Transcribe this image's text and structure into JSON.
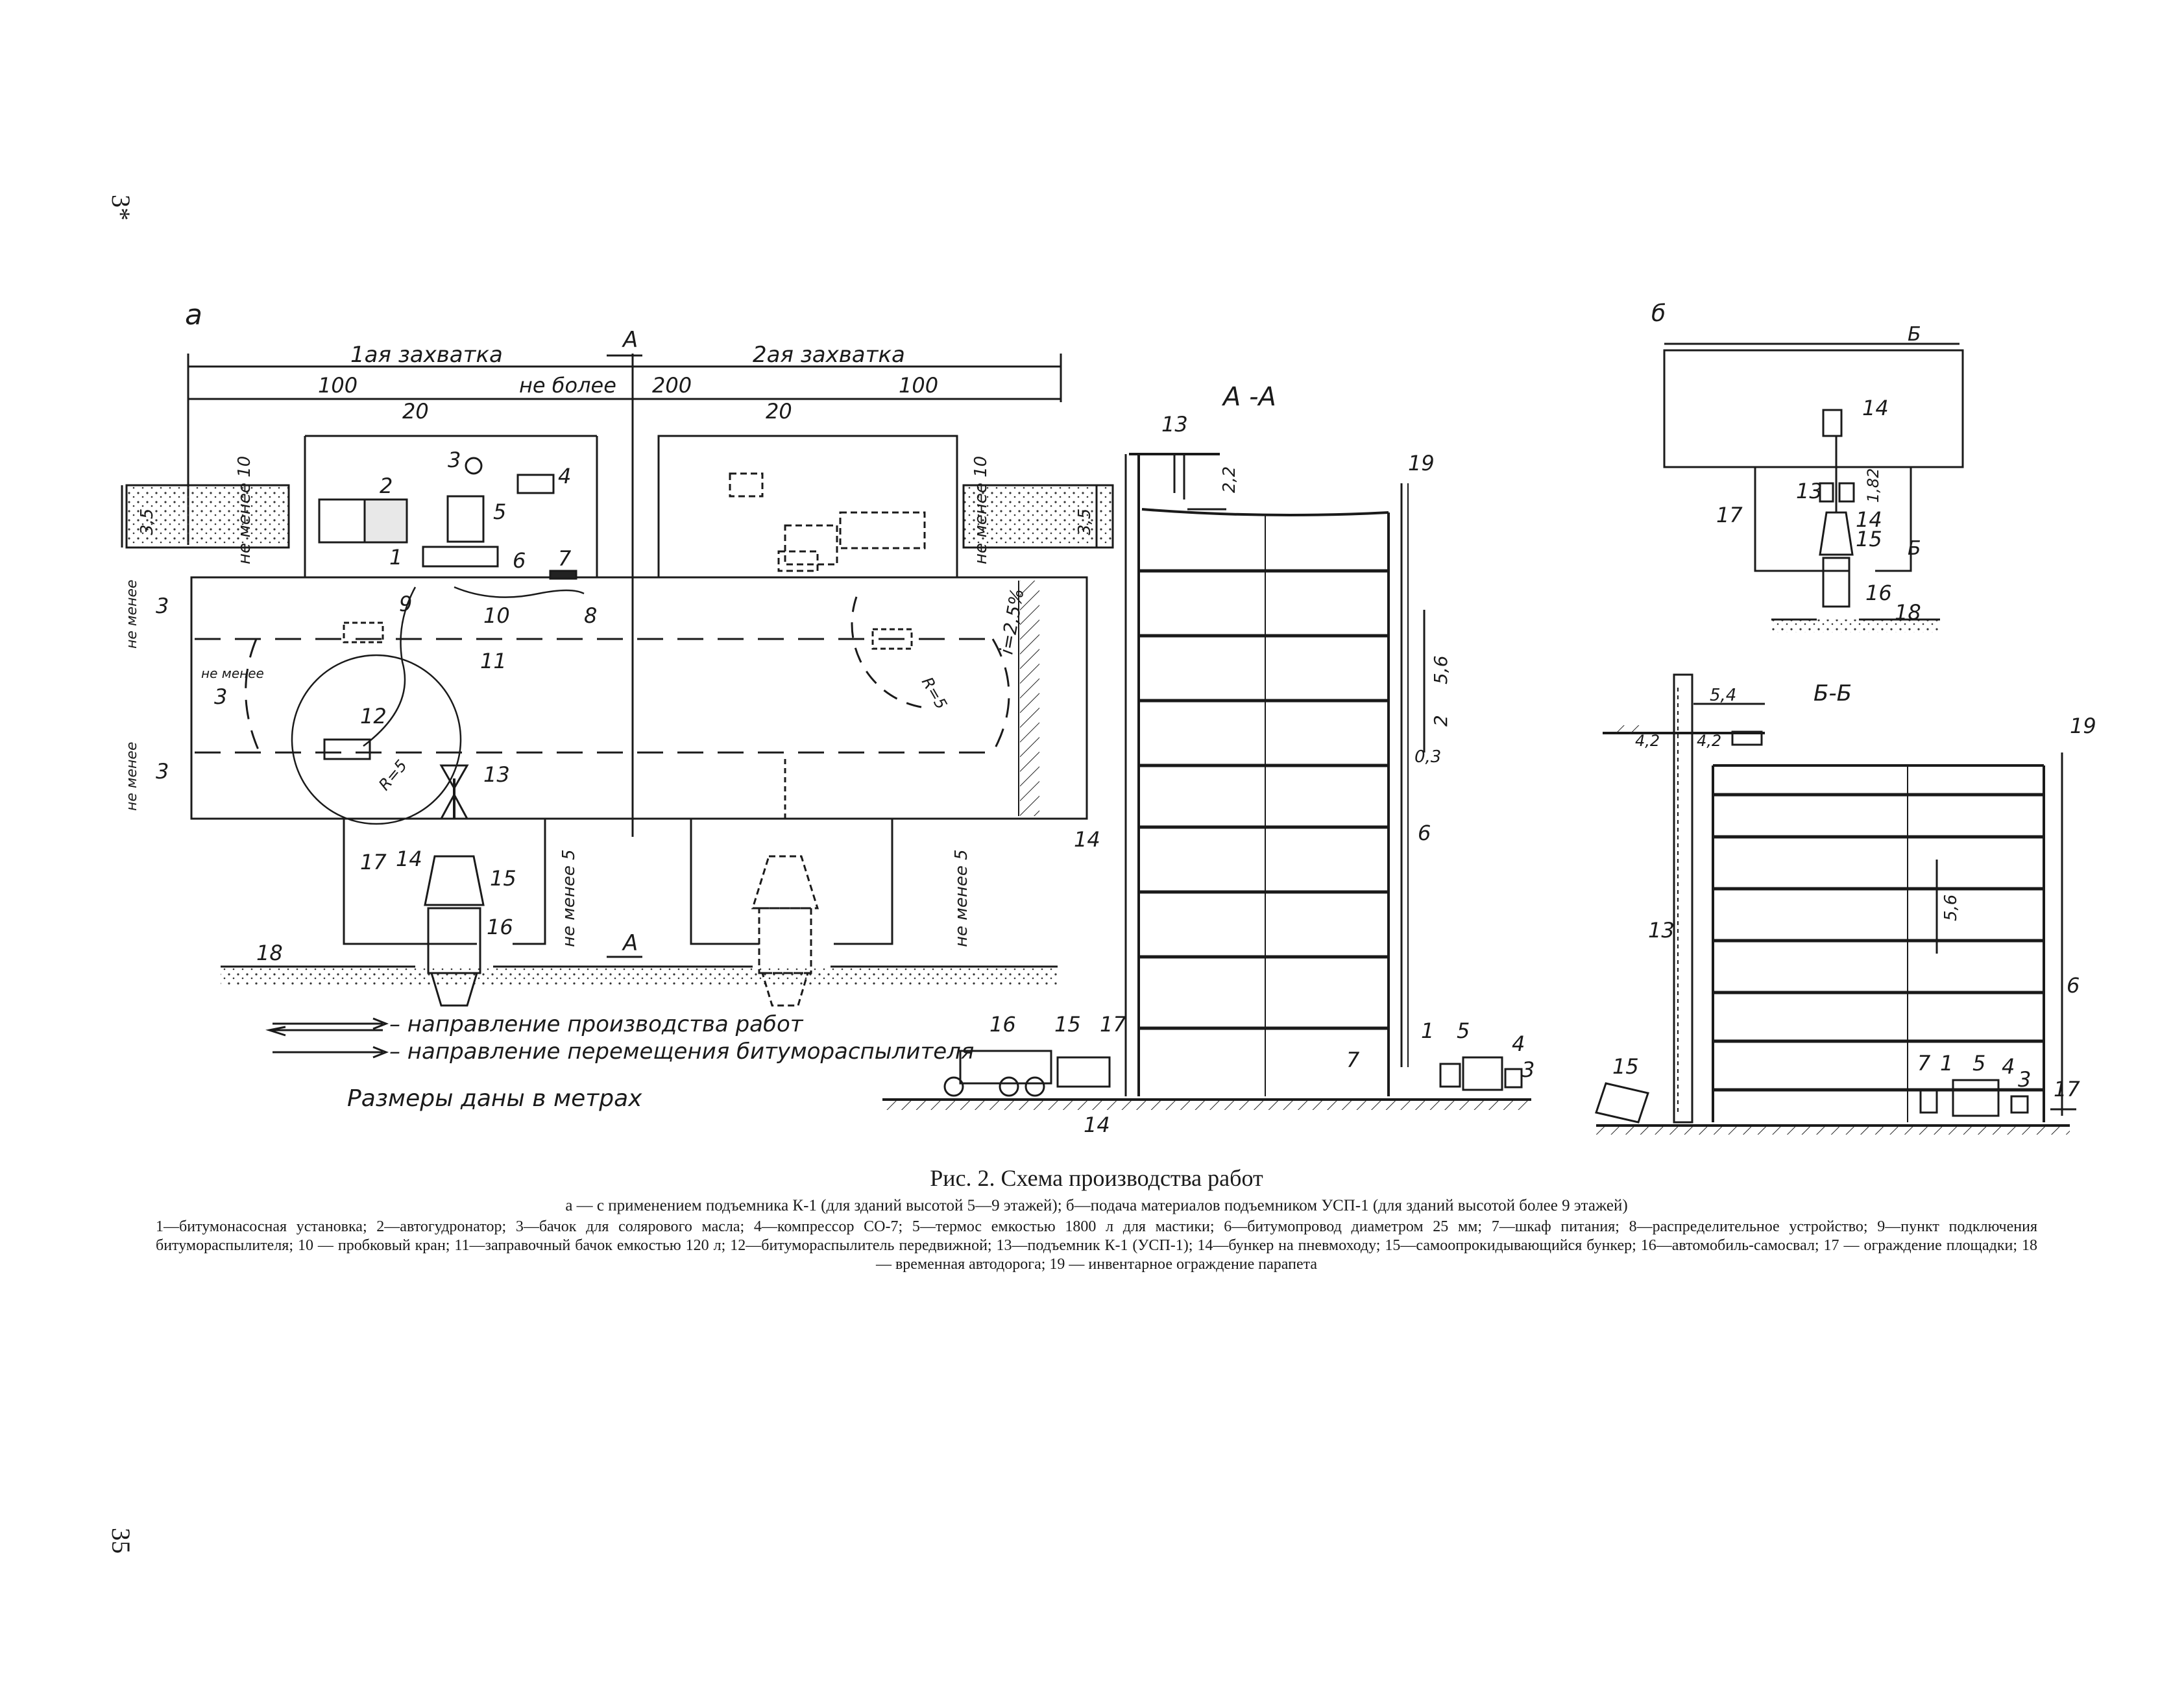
{
  "page": {
    "marker_top": "3*",
    "page_number": "35"
  },
  "panel_a": {
    "letter": "а",
    "zone1_label": "1ая захватка",
    "zone2_label": "2ая захватка",
    "section_mark": "А",
    "dim_100_left": "100",
    "dim_ne_bolee": "не более",
    "dim_200": "200",
    "dim_100_right": "100",
    "dim_20_left": "20",
    "dim_20_right": "20",
    "ne_menee_10_left": "не менее 10",
    "ne_menee_10_right": "не менее 10",
    "dim_35_left": "3,5",
    "dim_35_right": "3,5",
    "ne_menee_3_a": "не менее",
    "ne_menee_3_b": "не менее",
    "ne_menee_3_c": "не менее",
    "dim_3_a": "3",
    "dim_3_b": "3",
    "dim_3_c": "3",
    "ne_menee_5_left": "не менее 5",
    "ne_menee_5_right": "не менее 5",
    "slope": "i=2,5%",
    "radius_1": "R=5",
    "radius_2": "R=5",
    "numbers": [
      "1",
      "2",
      "3",
      "4",
      "5",
      "6",
      "7",
      "8",
      "9",
      "10",
      "11",
      "12",
      "13",
      "14",
      "15",
      "16",
      "17",
      "18"
    ],
    "legend_work": "– направление производства работ",
    "legend_sprayer": "– направление перемещения битумораспылителя",
    "dims_note": "Размеры даны в метрах"
  },
  "section_aa": {
    "title": "А -А",
    "dim_22": "2,2",
    "dim_56": "5,6",
    "dim_2": "2",
    "dim_03": "0,3",
    "numbers": [
      "13",
      "19",
      "14",
      "6",
      "16",
      "15",
      "17",
      "14",
      "7",
      "1",
      "5",
      "4",
      "3"
    ]
  },
  "panel_b": {
    "letter": "б",
    "section_mark": "Б",
    "dim_182": "1,82",
    "numbers": [
      "14",
      "13",
      "14",
      "15",
      "16",
      "17",
      "18"
    ]
  },
  "section_bb": {
    "title": "Б-Б",
    "dim_54": "5,4",
    "dim_42_left": "4,2",
    "dim_42_right": "4,2",
    "dim_56": "5,6",
    "numbers": [
      "19",
      "13",
      "6",
      "15",
      "7",
      "1",
      "5",
      "4",
      "3",
      "17"
    ]
  },
  "caption": {
    "title": "Рис. 2. Схема производства работ",
    "subtitle": "а — с применением подъемника К-1 (для зданий высотой 5—9 этажей); б—подача материалов подъемником УСП-1 (для зданий высотой более 9 этажей)",
    "legend": "1—битумонасосная установка; 2—автогудронатор; 3—бачок для солярового масла; 4—компрессор СО-7; 5—термос емкостью 1800 л для мастики; 6—битумопровод диаметром 25 мм; 7—шкаф питания; 8—распределительное устройство; 9—пункт подключения битумораспылителя; 10 — пробковый кран; 11—заправочный бачок емкостью 120 л; 12—битумораспылитель передвижной; 13—подъемник К-1 (УСП-1); 14—бункер на пневмоходу; 15—самоопрокидывающийся бункер; 16—автомобиль-самосвал; 17 — ограждение площадки; 18 — временная автодорога; 19 — инвентарное ограждение парапета"
  }
}
